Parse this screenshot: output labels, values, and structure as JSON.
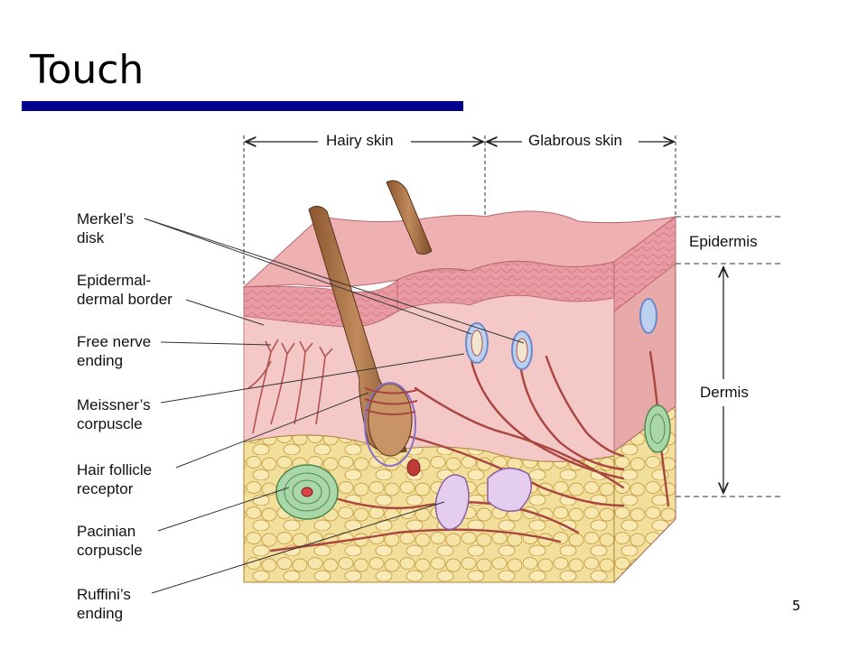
{
  "slide": {
    "title": "Touch",
    "page_number": "5"
  },
  "colors": {
    "title_bar": "#00008b",
    "epidermis": "#e7979f",
    "dermis": "#f3c4c4",
    "fat": "#f1dc93",
    "fat_outline": "#c9a44b",
    "hair": "#a06a3e",
    "nerve": "#b3524f",
    "meissner": "#7f9bd2",
    "pacinian": "#9ccf9c",
    "ruffini": "#cba6d6"
  },
  "diagram": {
    "top_labels": {
      "hairy": "Hairy skin",
      "glabrous": "Glabrous skin"
    },
    "right_labels": {
      "epidermis": "Epidermis",
      "dermis": "Dermis"
    },
    "left_labels": [
      {
        "line1": "Merkel’s",
        "line2": "disk"
      },
      {
        "line1": "Epidermal-",
        "line2": "dermal border"
      },
      {
        "line1": "Free nerve",
        "line2": "ending"
      },
      {
        "line1": "Meissner’s",
        "line2": "corpuscle"
      },
      {
        "line1": "Hair follicle",
        "line2": "receptor"
      },
      {
        "line1": "Pacinian",
        "line2": "corpuscle"
      },
      {
        "line1": "Ruffini’s",
        "line2": "ending"
      }
    ]
  }
}
